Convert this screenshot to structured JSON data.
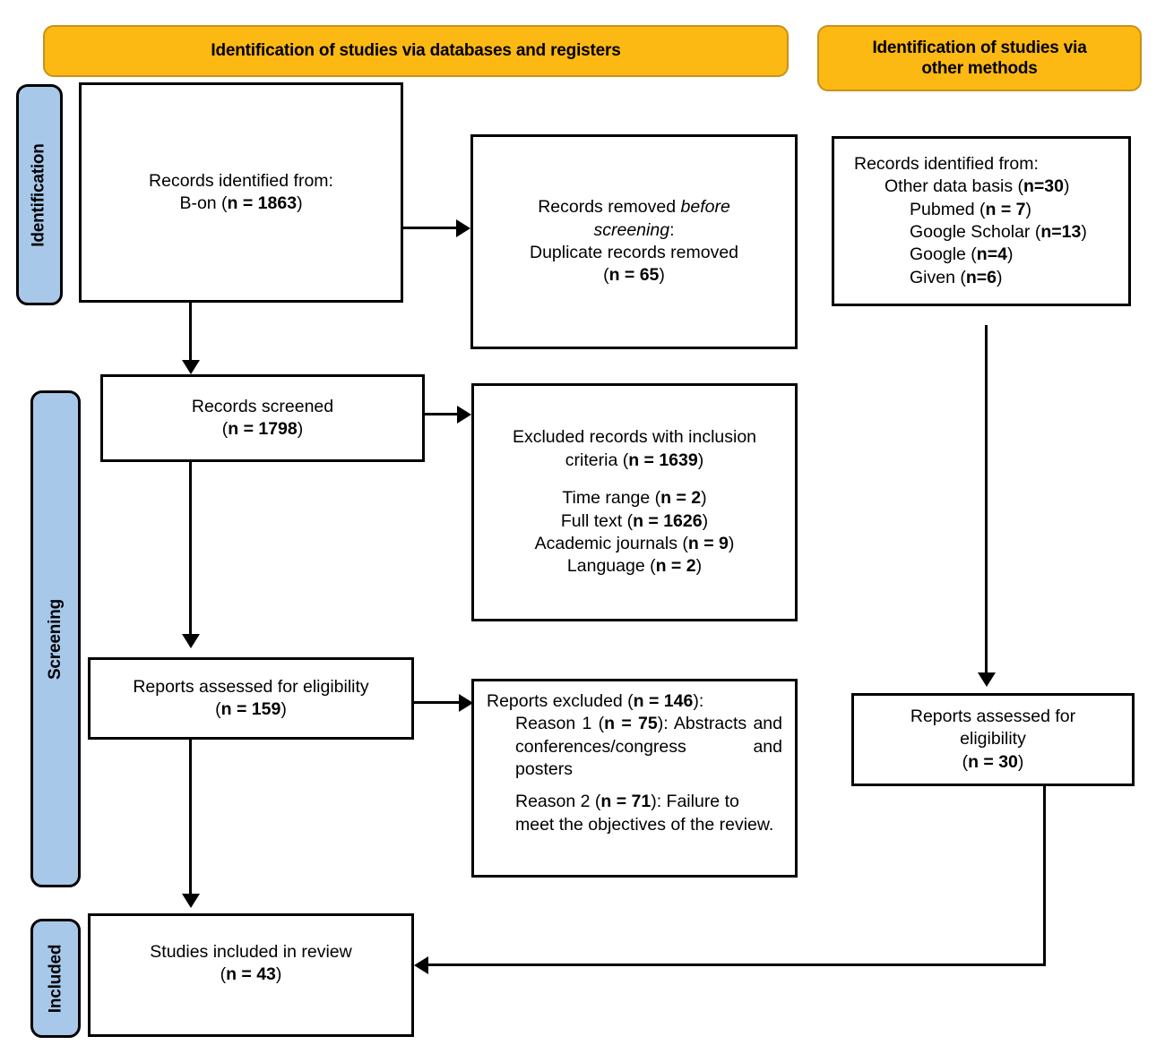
{
  "diagram": {
    "title": "PRISMA flow diagram",
    "colors": {
      "header_fill": "#fcb813",
      "header_border": "#c8911a",
      "phase_fill": "#a8c8ea",
      "box_border": "#000000",
      "page_background": "#ffffff"
    }
  },
  "headers": {
    "databases": "Identification of studies via databases and registers",
    "other_methods_line1": "Identification of studies via",
    "other_methods_line2": "other methods"
  },
  "phases": {
    "identification": "Identification",
    "screening": "Screening",
    "included": "Included"
  },
  "boxes": {
    "records_identified": {
      "line1": "Records identified from:",
      "line2_text": "B-on (",
      "line2_bold": "n = 1863",
      "line2_end": ")"
    },
    "records_removed": {
      "line1_a": "Records removed ",
      "line1_italic": "before",
      "line2_italic": "screening",
      "line2_end": ":",
      "line3": "Duplicate records removed",
      "line4_open": "(",
      "line4_bold": "n = 65",
      "line4_close": ")"
    },
    "records_screened": {
      "line1": "Records screened",
      "line2_open": "(",
      "line2_bold": "n = 1798",
      "line2_close": ")"
    },
    "excluded_records": {
      "line1": "Excluded records with inclusion",
      "line2_text": "criteria (",
      "line2_bold": "n = 1639",
      "line2_end": ")",
      "reasons": [
        {
          "label": "Time range (",
          "bold": "n = 2",
          "end": ")"
        },
        {
          "label": "Full text (",
          "bold": "n = 1626",
          "end": ")"
        },
        {
          "label": "Academic journals (",
          "bold": "n = 9",
          "end": ")"
        },
        {
          "label": "Language (",
          "bold": "n = 2",
          "end": ")"
        }
      ]
    },
    "reports_assessed_left": {
      "line1": "Reports assessed for eligibility",
      "line2_open": "(",
      "line2_bold": "n = 159",
      "line2_close": ")"
    },
    "reports_excluded": {
      "line1_text": "Reports excluded (",
      "line1_bold": "n = 146",
      "line1_end": "):",
      "reason1_text": "Reason 1 (",
      "reason1_bold": "n = 75",
      "reason1_end": "): Abstracts and conferences/congress and posters",
      "reason2_text": "Reason 2 (",
      "reason2_bold": "n = 71",
      "reason2_end": "): Failure to meet the objectives of the review."
    },
    "records_identified_other": {
      "line1": "Records identified from:",
      "line2_text": "Other data basis (",
      "line2_bold": "n=30",
      "line2_end": ")",
      "sources": [
        {
          "label": "Pubmed (",
          "bold": "n = 7",
          "end": ")"
        },
        {
          "label": "Google Scholar (",
          "bold": "n=13",
          "end": ")"
        },
        {
          "label": "Google (",
          "bold": "n=4",
          "end": ")"
        },
        {
          "label": "Given (",
          "bold": "n=6",
          "end": ")"
        }
      ]
    },
    "reports_assessed_right": {
      "line1": "Reports assessed for",
      "line2": "eligibility",
      "line3_open": "(",
      "line3_bold": "n = 30",
      "line3_close": ")"
    },
    "studies_included": {
      "line1": "Studies included in review",
      "line2_open": "(",
      "line2_bold": "n = 43",
      "line2_close": ")"
    }
  }
}
